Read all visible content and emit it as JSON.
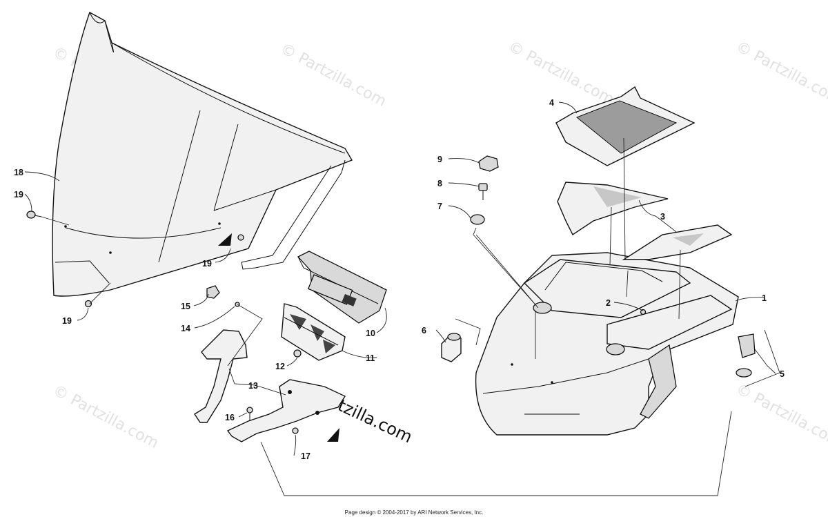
{
  "watermark": {
    "text": "© Partzilla.com",
    "center_text": "©partzilla.com"
  },
  "callouts": {
    "c1": "1",
    "c2": "2",
    "c3": "3",
    "c4": "4",
    "c5": "5",
    "c6": "6",
    "c7": "7",
    "c8": "8",
    "c9": "9",
    "c10": "10",
    "c11": "11",
    "c12": "12",
    "c13": "13",
    "c14": "14",
    "c15": "15",
    "c16": "16",
    "c17": "17",
    "c18": "18",
    "c19a": "19",
    "c19b": "19",
    "c19c": "19"
  },
  "footer": {
    "text": "Page design © 2004-2017 by ARI Network Services, Inc."
  }
}
